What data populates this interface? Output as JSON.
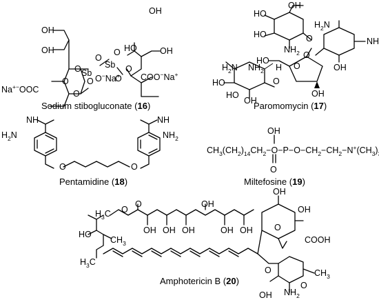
{
  "compounds": [
    {
      "id": "16",
      "name": "Sodium stibogluconate",
      "atoms": {
        "oh_top": "OH",
        "oh_mid": "OH",
        "oh_right_top": "OH",
        "ho_right": "HO",
        "oh_right": "OH",
        "o1": "O",
        "o2": "O",
        "o3": "O",
        "o4": "O",
        "o5": "O",
        "o6": "O",
        "o7": "O",
        "o8": "O",
        "sb1": "Sb",
        "sb2": "Sb",
        "o_neg": "O",
        "na_mid": "Na",
        "coo_left": "Na",
        "coo_left_rest": "OOC",
        "coo_right": "COO",
        "na_right": "Na"
      }
    },
    {
      "id": "17",
      "name": "Paromomycin",
      "atoms": {
        "oh1": "OH",
        "ho1": "HO",
        "ho2": "HO",
        "nh2_ring": "NH",
        "o_glyc": "O",
        "h2n_top": "H",
        "nh2_right": "NH",
        "oh_right": "OH",
        "ho_left": "HO",
        "o_link": "O",
        "oh_bottom": "OH",
        "h2n_left": "H",
        "nh2_left": "NH",
        "h_center": "H",
        "o_ring": "O",
        "ho_b1": "HO",
        "ho_b2": "HO",
        "oh_b3": "OH",
        "o_lower": "O"
      }
    },
    {
      "id": "18",
      "name": "Pentamidine",
      "atoms": {
        "nh_left": "NH",
        "h2n_left": "H",
        "o_left": "O",
        "o_right": "O",
        "nh_right": "NH",
        "nh2_right": "NH"
      }
    },
    {
      "id": "19",
      "name": "Miltefosine",
      "atoms": {
        "oh": "OH",
        "o_dbl": "O",
        "formula_a": "CH",
        "formula_b": "(CH",
        "formula_c": "O",
        "formula_d": "P",
        "formula_e": "O",
        "formula_f": "CH",
        "formula_g": "CH",
        "formula_h": "N",
        "formula_i": "(CH",
        "formula_j": ")"
      }
    },
    {
      "id": "20",
      "name": "Amphotericin B",
      "atoms": {
        "h3c_top": "H",
        "o_ester": "O",
        "o_carbonyl": "O",
        "oh1": "OH",
        "oh2": "OH",
        "oh3": "OH",
        "oh4": "OH",
        "oh5": "OH",
        "oh6": "OH",
        "oh_top": "OH",
        "oh_ring": "OH",
        "o_ring": "O",
        "cooh": "COOH",
        "ho_left": "HO",
        "ch3_mid": "CH",
        "h3c_bot": "H",
        "o_sugar_link": "O",
        "oh_sugar": "OH",
        "nh2_sugar": "NH",
        "ch3_sugar": "CH",
        "o_sugar_ring": "O"
      }
    }
  ]
}
